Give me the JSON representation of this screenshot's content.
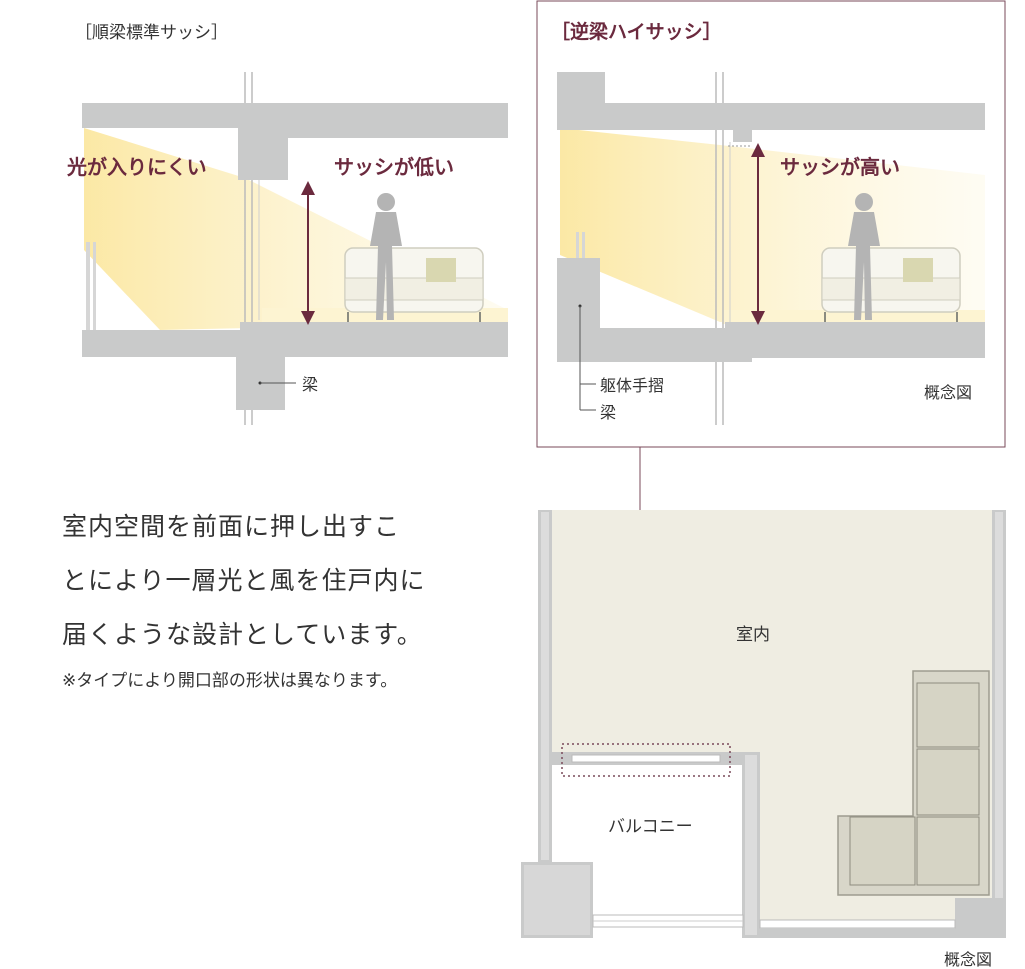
{
  "left_diagram": {
    "title": "［順梁標準サッシ］",
    "light_label": "光が入りにくい",
    "sash_label": "サッシが低い",
    "beam_label": "梁"
  },
  "right_diagram": {
    "title": "［逆梁ハイサッシ］",
    "sash_label": "サッシが高い",
    "parapet_label": "躯体手摺",
    "beam_label": "梁",
    "caption": "概念図"
  },
  "description": {
    "lines": [
      "室内空間を前面に押し出すこ",
      "とにより一層光と風を住戸内に",
      "届くような設計としています。"
    ],
    "note": "※タイプにより開口部の形状は異なります。"
  },
  "plan": {
    "room_label": "室内",
    "balcony_label": "バルコニー",
    "caption": "概念図"
  },
  "colors": {
    "accent": "#6b2a3e",
    "concrete": "#c9caca",
    "light": "#fbecb0",
    "floor_plan": "#efede2",
    "sofa": "#d8d6c9"
  }
}
